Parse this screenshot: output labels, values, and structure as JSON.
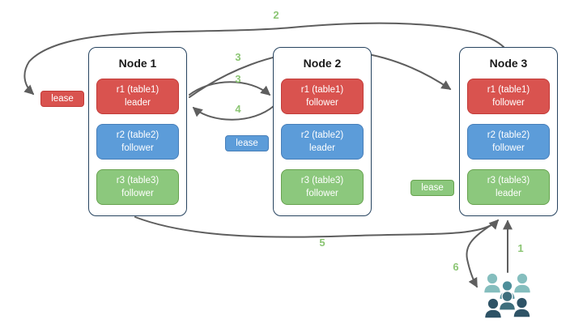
{
  "nodes": [
    {
      "title": "Node 1",
      "replicas": [
        {
          "name": "r1 (table1)",
          "role": "leader",
          "color": "red"
        },
        {
          "name": "r2 (table2)",
          "role": "follower",
          "color": "blue"
        },
        {
          "name": "r3 (table3)",
          "role": "follower",
          "color": "green"
        }
      ]
    },
    {
      "title": "Node 2",
      "replicas": [
        {
          "name": "r1 (table1)",
          "role": "follower",
          "color": "red"
        },
        {
          "name": "r2 (table2)",
          "role": "leader",
          "color": "blue"
        },
        {
          "name": "r3 (table3)",
          "role": "follower",
          "color": "green"
        }
      ]
    },
    {
      "title": "Node 3",
      "replicas": [
        {
          "name": "r1 (table1)",
          "role": "follower",
          "color": "red"
        },
        {
          "name": "r2 (table2)",
          "role": "follower",
          "color": "blue"
        },
        {
          "name": "r3 (table3)",
          "role": "leader",
          "color": "green"
        }
      ]
    }
  ],
  "leases": {
    "red": "lease",
    "blue": "lease",
    "green": "lease"
  },
  "steps": {
    "s1": "1",
    "s2": "2",
    "s3a": "3",
    "s3b": "3",
    "s4": "4",
    "s5": "5",
    "s6": "6"
  },
  "icons": {
    "users_group": "users-group-icon"
  },
  "colors": {
    "red_fill": "#D9534F",
    "red_stroke": "#C23B38",
    "blue_fill": "#5C9CD9",
    "blue_stroke": "#477EB8",
    "green_fill": "#8CC87D",
    "green_stroke": "#67A24F",
    "node_border": "#26435F",
    "arrow": "#5E5E5E",
    "step_label": "#8BC573",
    "text_on_box": "#FFFFFF",
    "people_light": "#85BEBE",
    "people_medium": "#4E8E9A",
    "people_mid_dark": "#3E6F7D",
    "people_dark": "#2E5366"
  }
}
